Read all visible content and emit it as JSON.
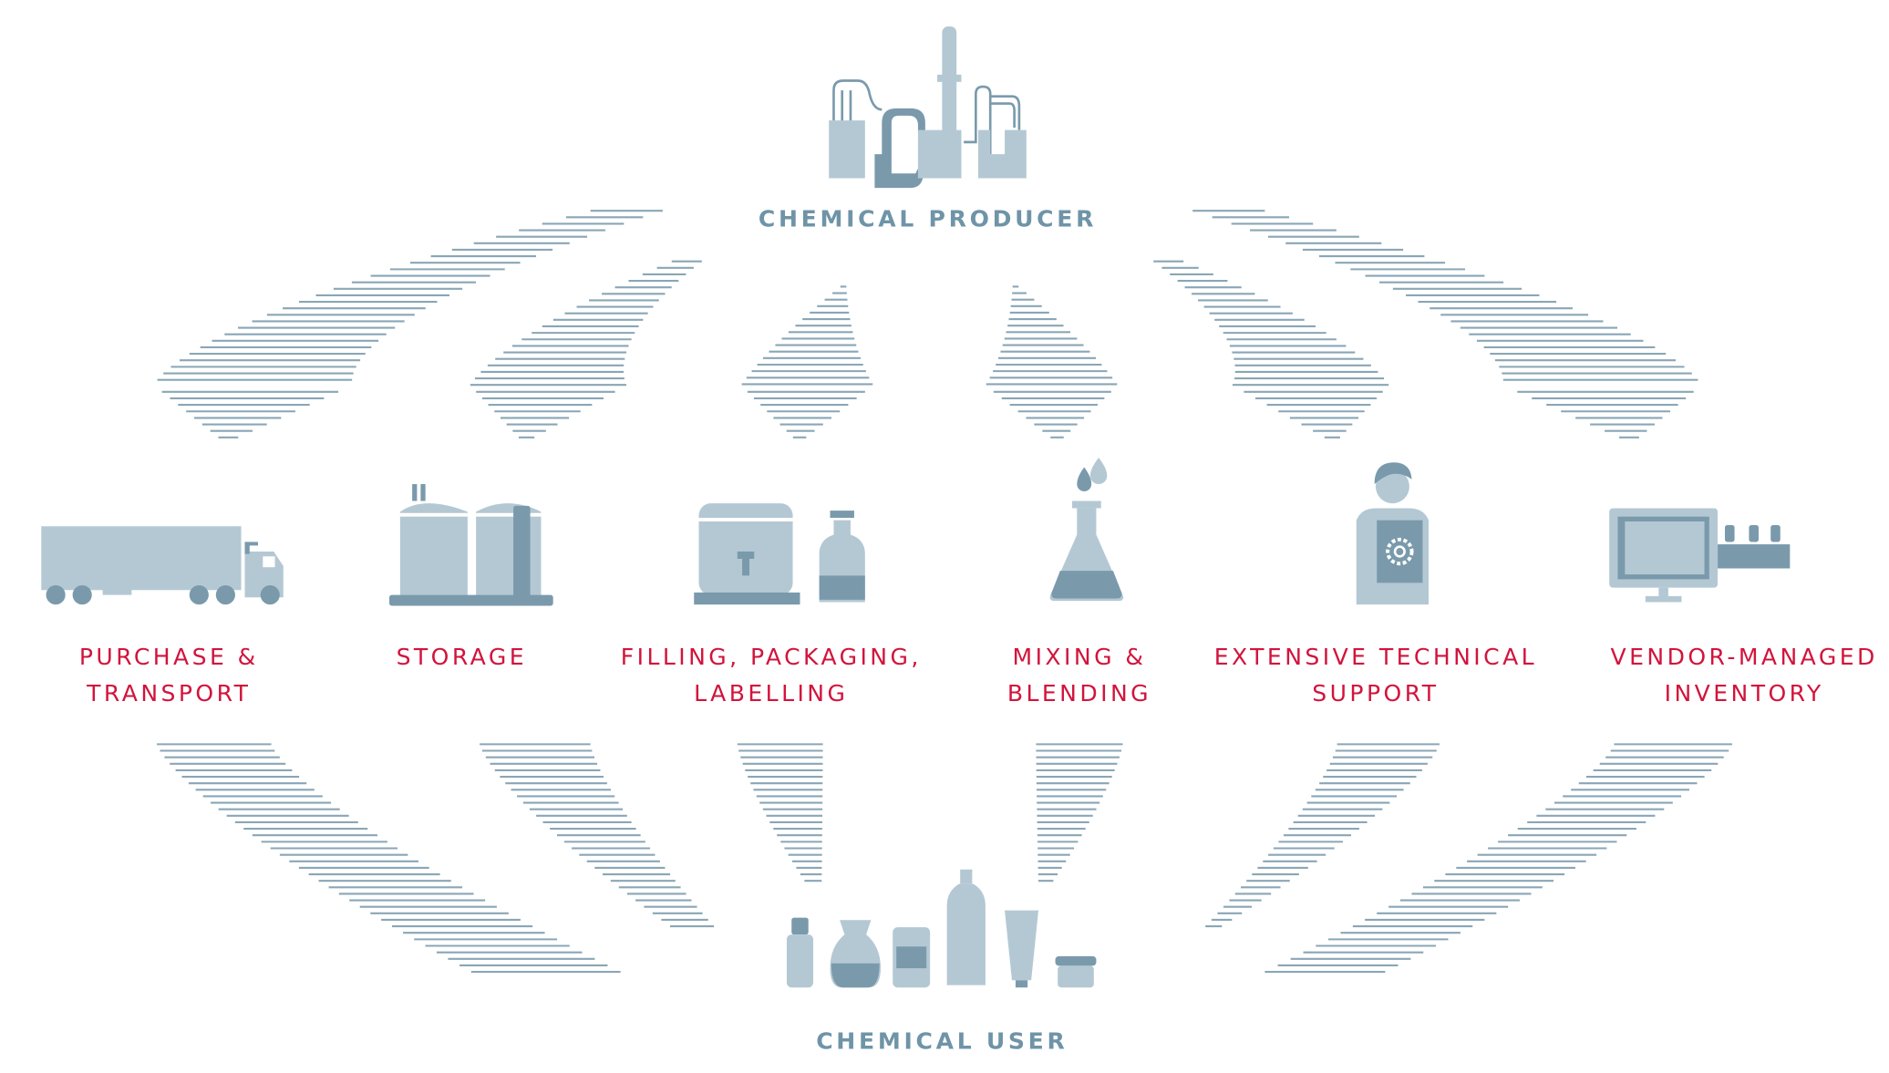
{
  "producer": {
    "label": "CHEMICAL PRODUCER",
    "icon": "factory-icon"
  },
  "user": {
    "label": "CHEMICAL USER",
    "icon": "products-icon"
  },
  "services": [
    {
      "line1": "PURCHASE &",
      "line2": "TRANSPORT",
      "icon": "truck-icon"
    },
    {
      "line1": "STORAGE",
      "line2": "",
      "icon": "tanks-icon"
    },
    {
      "line1": "FILLING, PACKAGING,",
      "line2": "LABELLING",
      "icon": "container-bottle-icon"
    },
    {
      "line1": "MIXING &",
      "line2": "BLENDING",
      "icon": "flask-icon"
    },
    {
      "line1": "EXTENSIVE TECHNICAL",
      "line2": "SUPPORT",
      "icon": "technician-icon"
    },
    {
      "line1": "VENDOR-MANAGED",
      "line2": "INVENTORY",
      "icon": "monitor-inventory-icon"
    }
  ],
  "colors": {
    "label": "#d2143c",
    "heading": "#6f94a8",
    "icon_light": "#b4c8d4",
    "icon_dark": "#7a9aac"
  }
}
